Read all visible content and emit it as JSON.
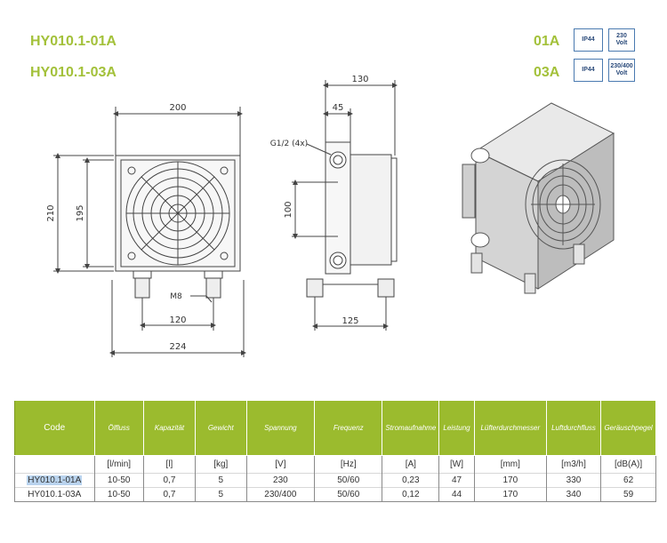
{
  "header": {
    "models": [
      {
        "title": "HY010.1-01A",
        "code": "01A",
        "protection": "IP44",
        "voltage_line1": "230",
        "voltage_line2": "Volt"
      },
      {
        "title": "HY010.1-03A",
        "code": "03A",
        "protection": "IP44",
        "voltage_line1": "230/400",
        "voltage_line2": "Volt"
      }
    ]
  },
  "drawing": {
    "front": {
      "width_label": "200",
      "height_outer": "210",
      "height_inner": "195",
      "thread_label": "M8",
      "foot_spacing": "120",
      "base_width": "224"
    },
    "side": {
      "depth_label": "130",
      "port_offset": "45",
      "port_label": "G1/2 (4x)",
      "port_spacing": "100",
      "foot_depth": "125"
    }
  },
  "table": {
    "headers": [
      "Code",
      "Ölfluss",
      "Kapazität",
      "Gewicht",
      "Spannung",
      "Frequenz",
      "Stromaufnahme",
      "Leistung",
      "Lüfterdurchmesser",
      "Luftdurchfluss",
      "Geräuschpegel"
    ],
    "units": [
      "",
      "[l/min]",
      "[l]",
      "[kg]",
      "[V]",
      "[Hz]",
      "[A]",
      "[W]",
      "[mm]",
      "[m3/h]",
      "[dB(A)]"
    ],
    "rows": [
      [
        "HY010.1-01A",
        "10-50",
        "0,7",
        "5",
        "230",
        "50/60",
        "0,23",
        "47",
        "170",
        "330",
        "62"
      ],
      [
        "HY010.1-03A",
        "10-50",
        "0,7",
        "5",
        "230/400",
        "50/60",
        "0,12",
        "44",
        "170",
        "340",
        "59"
      ]
    ]
  },
  "colors": {
    "accent_green": "#9bbb2e",
    "title_green": "#a3c13a",
    "box_blue": "#4a7ab0"
  }
}
